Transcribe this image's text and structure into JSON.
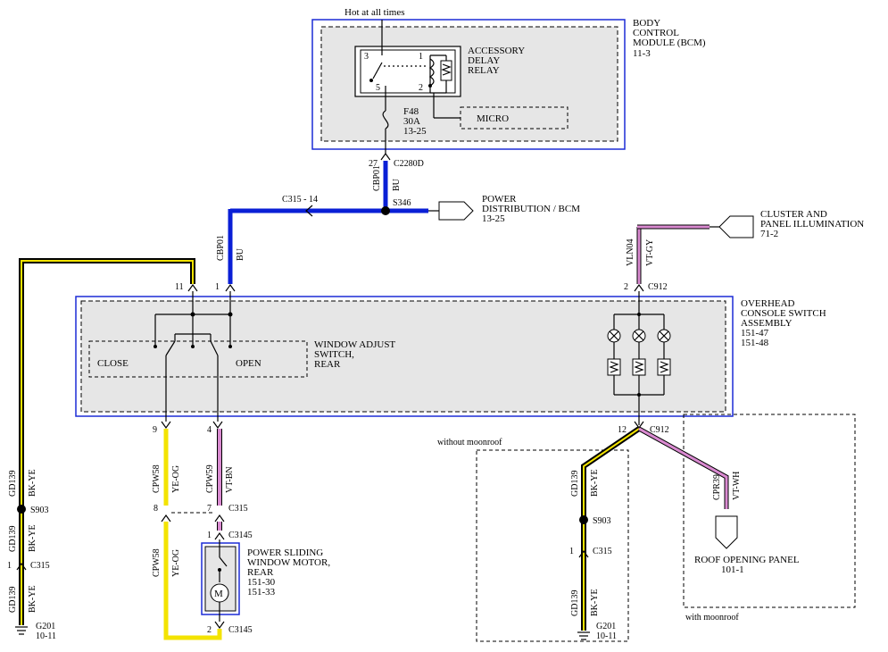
{
  "hot_label": "Hot at all times",
  "bcm": {
    "name_lines": [
      "BODY",
      "CONTROL",
      "MODULE (BCM)",
      "11-3"
    ]
  },
  "relay": {
    "name_lines": [
      "ACCESSORY",
      "DELAY",
      "RELAY"
    ],
    "pins": [
      "3",
      "1",
      "5",
      "2"
    ]
  },
  "micro": "MICRO",
  "fuse": {
    "lines": [
      "F48",
      "30A",
      "13-25"
    ]
  },
  "c2280d": {
    "pin": "27",
    "name": "C2280D"
  },
  "wires": {
    "cbp01_vertical": {
      "circuit": "CBP01",
      "color": "BU"
    },
    "cbp01_left": {
      "circuit": "CBP01",
      "color": "BU"
    },
    "vln04": {
      "circuit": "VLN04",
      "color": "VT-GY"
    },
    "gd139_left_top": {
      "circuit": "GD139",
      "color": "BK-YE"
    },
    "gd139_left_mid": {
      "circuit": "GD139",
      "color": "BK-YE"
    },
    "gd139_left_bot": {
      "circuit": "GD139",
      "color": "BK-YE"
    },
    "cpw58_top": {
      "circuit": "CPW58",
      "color": "YE-OG"
    },
    "cpw58_bot": {
      "circuit": "CPW58",
      "color": "YE-OG"
    },
    "cpw59": {
      "circuit": "CPW59",
      "color": "VT-BN"
    },
    "gd139_mid_top": {
      "circuit": "GD139",
      "color": "BK-YE"
    },
    "gd139_mid_bot": {
      "circuit": "GD139",
      "color": "BK-YE"
    },
    "cpr39": {
      "circuit": "CPR39",
      "color": "VT-WH"
    }
  },
  "s346": "S346",
  "c315_14": "C315 - 14",
  "power_dist": {
    "lines": [
      "POWER",
      "DISTRIBUTION / BCM",
      "13-25"
    ]
  },
  "cluster": {
    "lines": [
      "CLUSTER AND",
      "PANEL ILLUMINATION",
      "71-2"
    ]
  },
  "overhead": {
    "lines": [
      "OVERHEAD",
      "CONSOLE SWITCH",
      "ASSEMBLY",
      "151-47",
      "151-48"
    ]
  },
  "window_switch": {
    "lines": [
      "WINDOW ADJUST",
      "SWITCH,",
      "REAR"
    ],
    "close": "CLOSE",
    "open": "OPEN"
  },
  "pins": {
    "p11": "11",
    "p1": "1",
    "p2": "2",
    "c912": "C912",
    "p9": "9",
    "p4": "4",
    "p12": "12",
    "c912_bottom": "C912"
  },
  "s903": "S903",
  "s903_mid": "S903",
  "c315_left": {
    "pin": "1",
    "name": "C315"
  },
  "c315_pins": {
    "p8": "8",
    "p7": "7",
    "name": "C315"
  },
  "c3145_top": {
    "pin": "1",
    "name": "C3145"
  },
  "c3145_bot": {
    "pin": "2",
    "name": "C3145"
  },
  "c315_mid": {
    "pin": "1",
    "name": "C315"
  },
  "motor": {
    "lines": [
      "POWER SLIDING",
      "WINDOW MOTOR,",
      "REAR",
      "151-30",
      "151-33"
    ],
    "symbol": "M"
  },
  "g201_left": {
    "lines": [
      "G201",
      "10-11"
    ]
  },
  "g201_mid": {
    "lines": [
      "G201",
      "10-11"
    ]
  },
  "without_moonroof": "without moonroof",
  "with_moonroof": "with moonroof",
  "roof_panel": {
    "lines": [
      "ROOF OPENING PANEL",
      "101-1"
    ]
  },
  "colors": {
    "blue": "#0a1fd6",
    "yellow": "#f3e300",
    "black": "#000000",
    "violet": "#d98ad0",
    "module_fill": "#e6e6e6",
    "module_border": "#1c2bd6"
  }
}
